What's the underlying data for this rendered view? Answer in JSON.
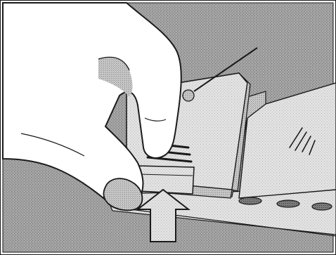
{
  "figure": {
    "subject": "hand-pressing-detergent-dispenser-lid",
    "icons": [
      "pointer-callout",
      "push-up-arrow"
    ],
    "colors": {
      "background_shade": "#9a9a9a",
      "panel_light": "#e6e6e6",
      "panel_mid": "#cfcfcf",
      "outline": "#111111",
      "skin": "#ffffff"
    }
  }
}
